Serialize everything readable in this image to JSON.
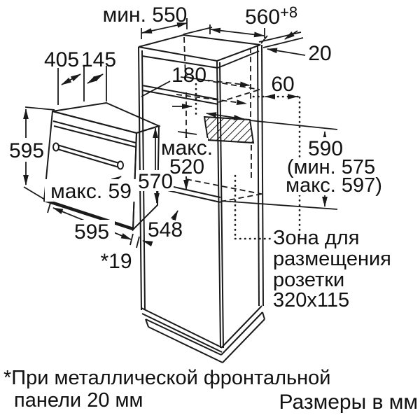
{
  "diagram": {
    "dims": {
      "min550": "мин. 550",
      "w560": "560",
      "w560sup": "+8",
      "t20": "20",
      "d405": "405",
      "d145": "145",
      "h180": "180",
      "g60": "60",
      "oven_h595": "595",
      "max59": "макс. 59",
      "max520a": "макс.",
      "max520b": "520",
      "h570": "570",
      "n590": "590",
      "n590min": "(мин. 575",
      "n590max": "макс. 597)",
      "oven_w595": "595",
      "d548": "548",
      "g19": "*19"
    },
    "socket_zone": {
      "l1": "Зона для",
      "l2": "размещения",
      "l3": "розетки",
      "l4": "320x115"
    },
    "footnote": {
      "l1": "*При металлической фронтальной",
      "l2": "панели 20 мм"
    },
    "units": "Размеры в мм"
  }
}
